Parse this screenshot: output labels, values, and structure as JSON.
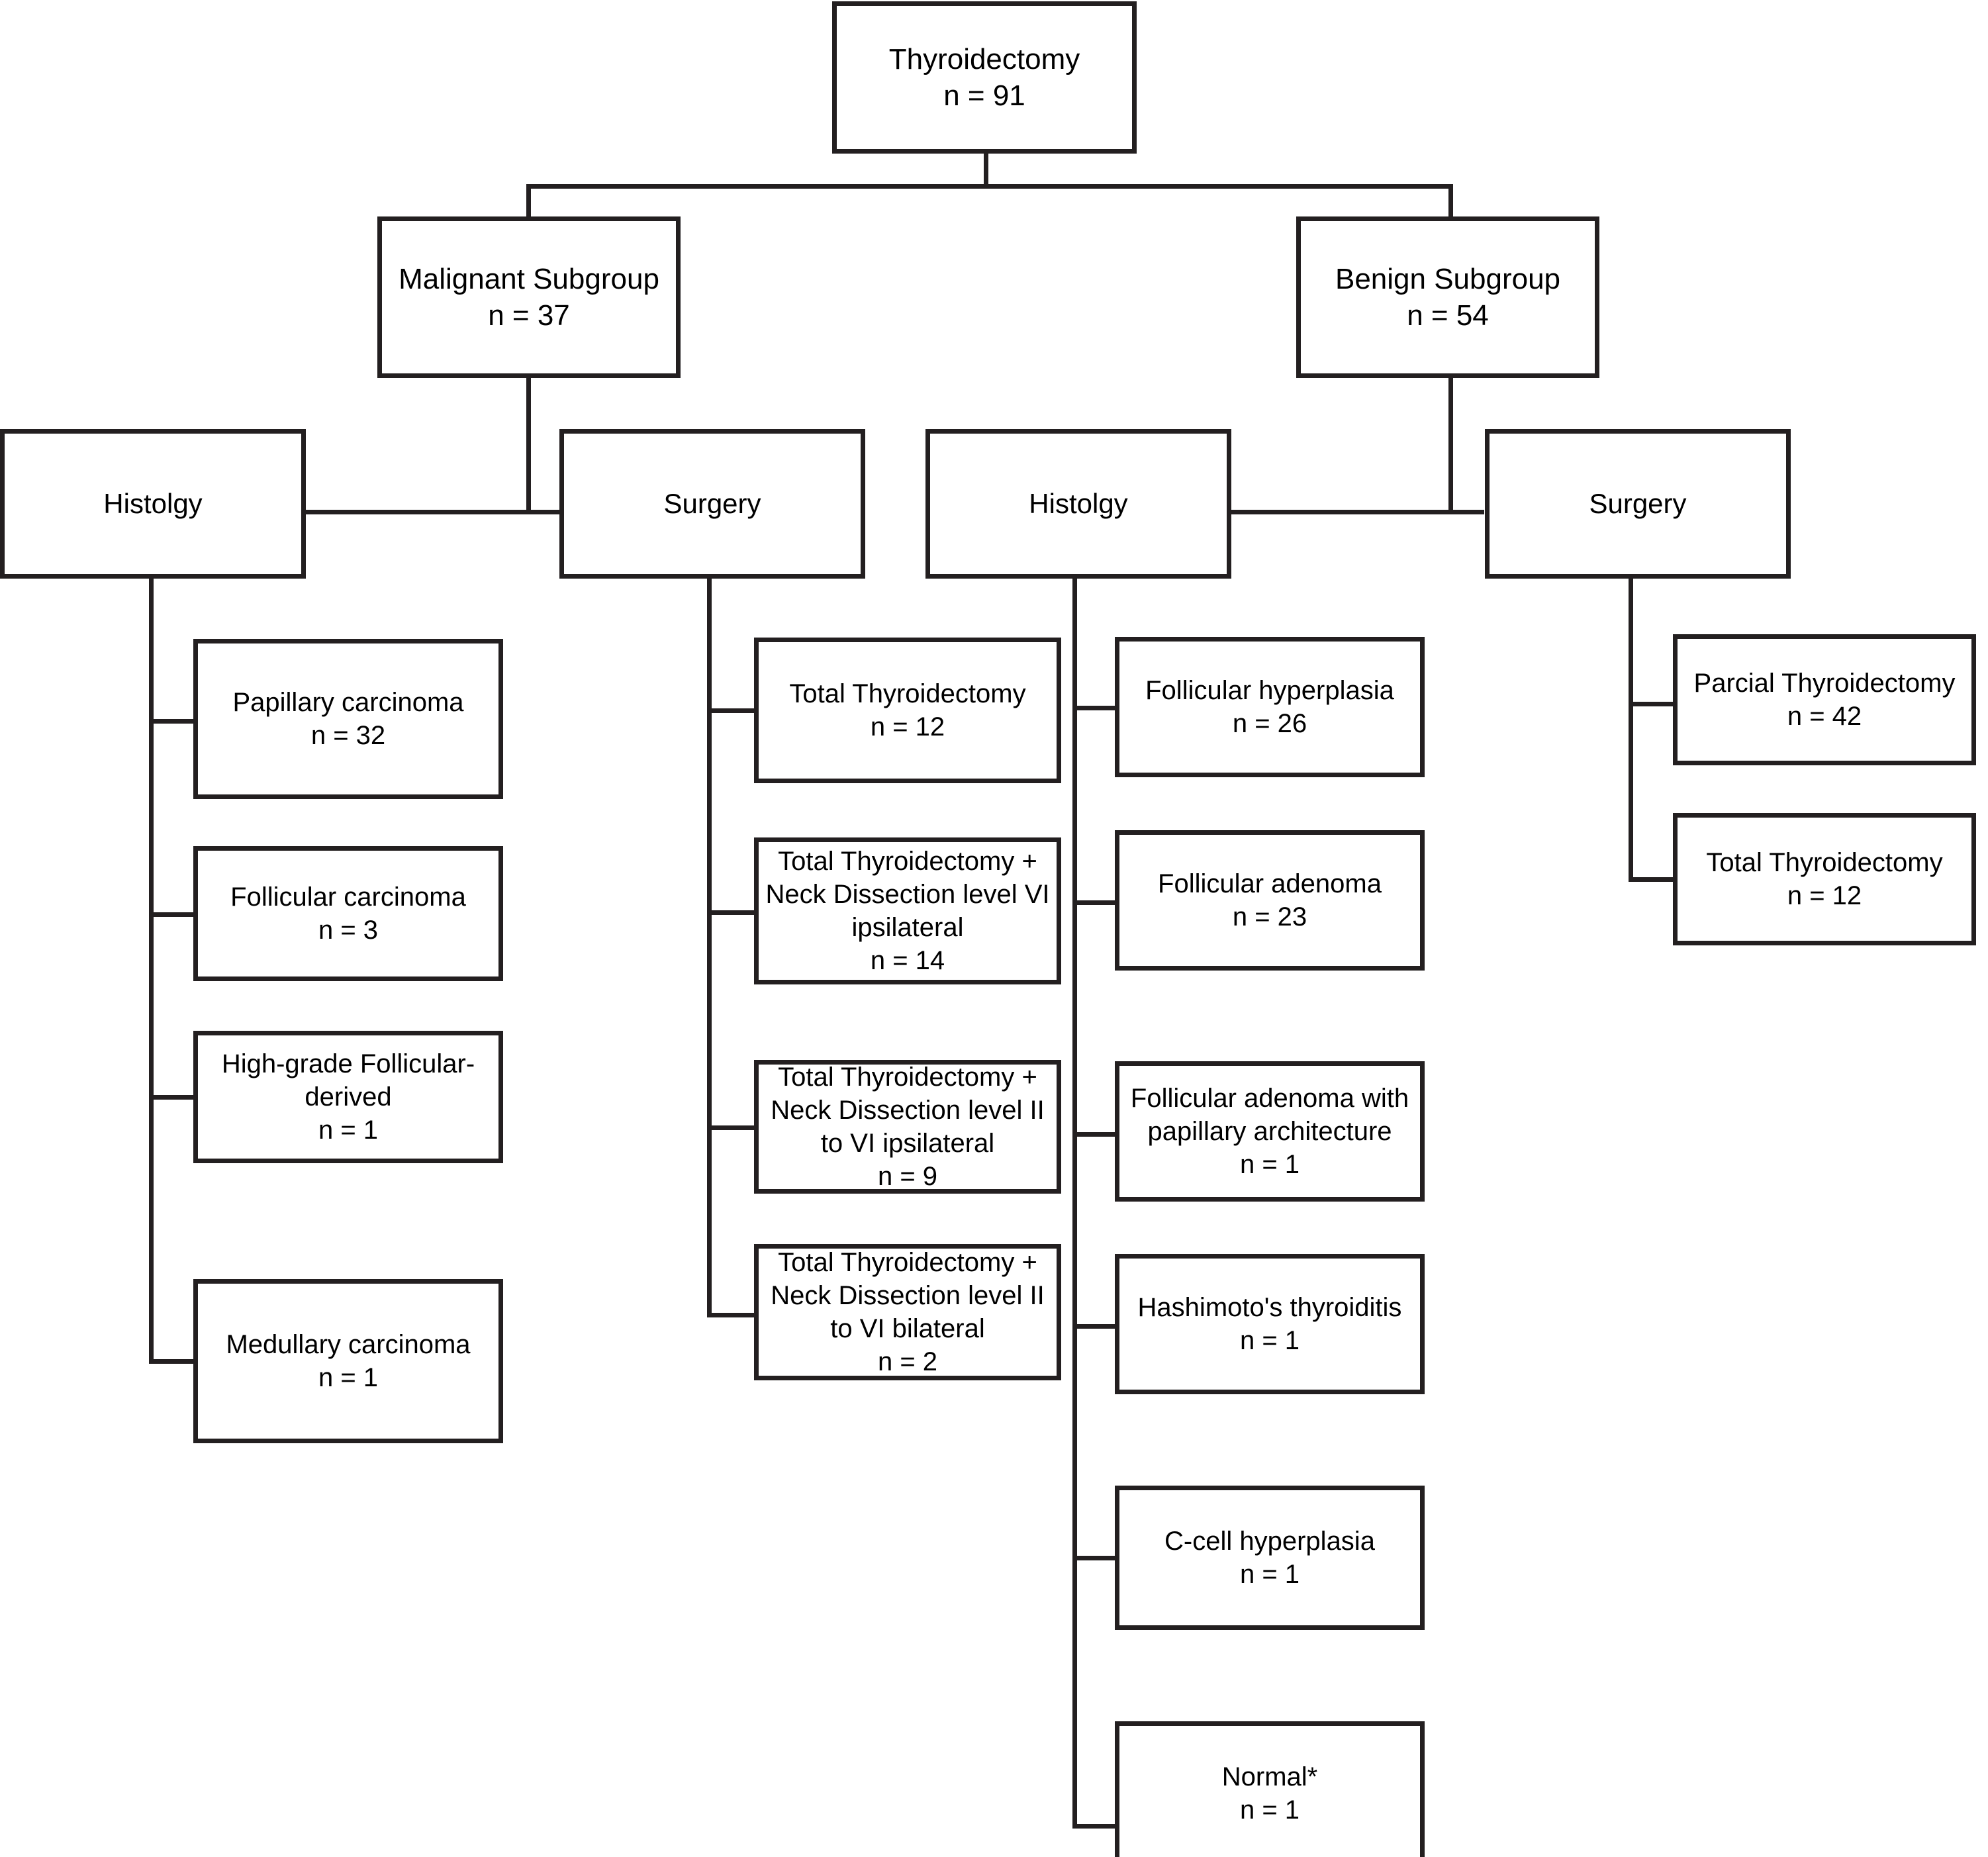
{
  "diagram": {
    "title_node": {
      "label": "Thyroidectomy\nn = 91"
    },
    "subgroups": [
      {
        "label": "Malignant Subgroup\nn = 37"
      },
      {
        "label": "Benign Subgroup\nn = 54"
      }
    ],
    "category_nodes": [
      {
        "label": "Histolgy"
      },
      {
        "label": "Surgery"
      },
      {
        "label": "Histolgy"
      },
      {
        "label": "Surgery"
      }
    ],
    "malignant_histology": [
      {
        "label": "Papillary carcinoma\nn = 32"
      },
      {
        "label": "Follicular carcinoma\nn = 3"
      },
      {
        "label": "High-grade Follicular-\nderived\nn = 1"
      },
      {
        "label": "Medullary carcinoma\nn = 1"
      }
    ],
    "malignant_surgery": [
      {
        "label": "Total Thyroidectomy\nn = 12"
      },
      {
        "label": "Total Thyroidectomy +\nNeck Dissection level VI\nipsilateral\nn = 14"
      },
      {
        "label": "Total Thyroidectomy +\nNeck Dissection level II\nto VI ipsilateral\nn = 9"
      },
      {
        "label": "Total Thyroidectomy +\nNeck Dissection level II\nto VI bilateral\nn =  2"
      }
    ],
    "benign_histology": [
      {
        "label": "Follicular hyperplasia\nn = 26"
      },
      {
        "label": "Follicular adenoma\nn = 23"
      },
      {
        "label": "Follicular adenoma with\npapillary architecture\nn = 1"
      },
      {
        "label": "Hashimoto's thyroiditis\nn = 1"
      },
      {
        "label": "C-cell hyperplasia\nn = 1"
      },
      {
        "label": "Normal*\nn = 1"
      }
    ],
    "benign_surgery": [
      {
        "label": "Parcial Thyroidectomy\nn = 42"
      },
      {
        "label": "Total Thyroidectomy\nn = 12"
      }
    ],
    "colors": {
      "line": "#231f20",
      "background": "#ffffff",
      "text": "#000000"
    }
  }
}
